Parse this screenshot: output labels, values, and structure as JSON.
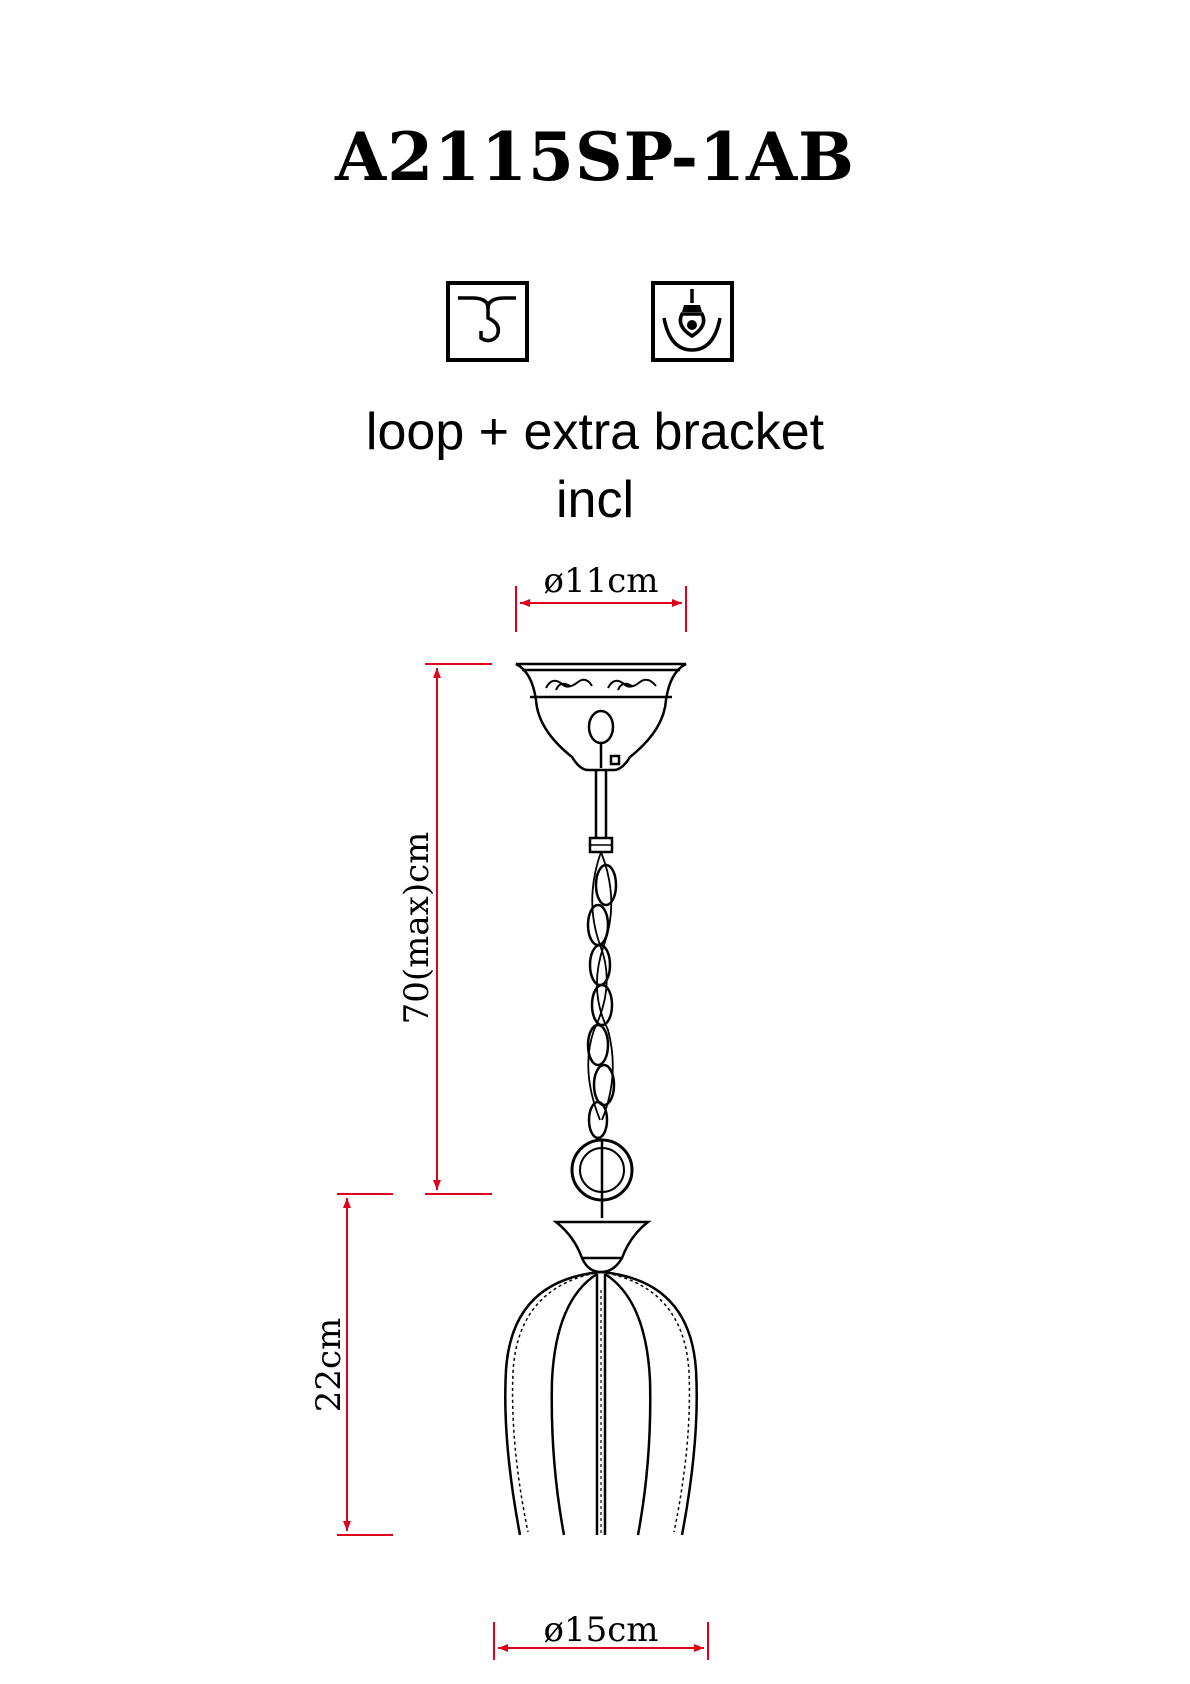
{
  "title": "A2115SP-1AB",
  "icons": {
    "first": "ceiling-hook-icon",
    "second": "bulb-socket-icon"
  },
  "caption": {
    "line1": "loop + extra bracket",
    "line2": "incl"
  },
  "dimensions": {
    "canopy_diameter": "ø11cm",
    "suspension_length": "70(max)cm",
    "shade_height": "22cm",
    "shade_diameter": "ø15cm"
  },
  "colors": {
    "dimension_lines": "#e0001b",
    "drawing": "#000000"
  }
}
